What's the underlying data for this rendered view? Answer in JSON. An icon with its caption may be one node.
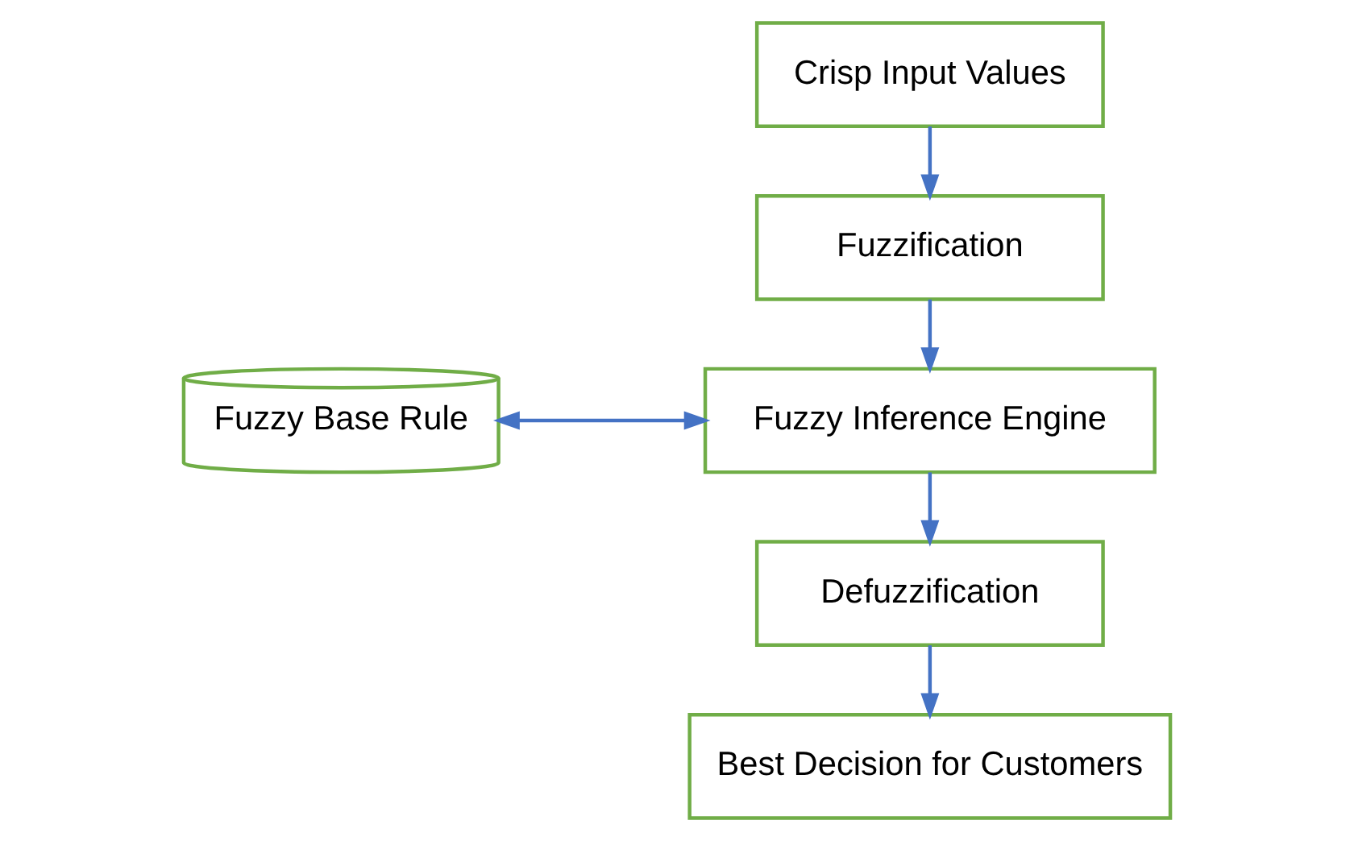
{
  "diagram": {
    "nodes": [
      {
        "text": [
          "Crisp Input Values"
        ]
      },
      {
        "text": [
          "Fuzzification"
        ]
      },
      {
        "text": [
          "Fuzzy Base Rule"
        ]
      },
      {
        "text": [
          "Fuzzy Inference Engine"
        ]
      },
      {
        "text": [
          "Defuzzification"
        ]
      },
      {
        "text": [
          "Best Decision for Customers"
        ]
      }
    ],
    "edges": [
      {
        "from": 0,
        "to": 1,
        "arrow": "to"
      },
      {
        "from": 1,
        "to": 3,
        "arrow": "to"
      },
      {
        "from": 2,
        "to": 3,
        "arrow": "both"
      },
      {
        "from": 3,
        "to": 4,
        "arrow": "to"
      },
      {
        "from": 4,
        "to": 5,
        "arrow": "to"
      }
    ]
  }
}
